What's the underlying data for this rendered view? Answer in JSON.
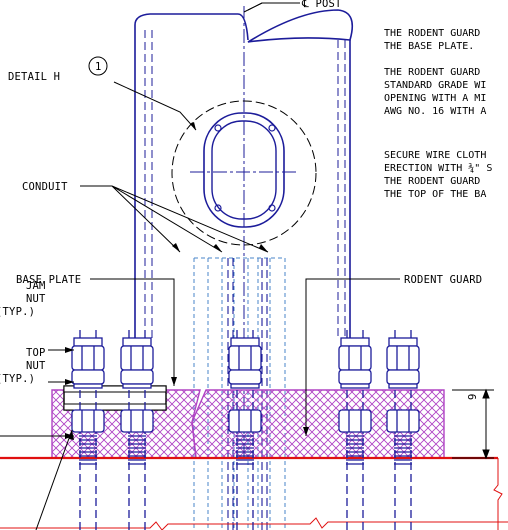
{
  "labels": {
    "centerline_post": "℄ POST",
    "detail": "DETAIL H",
    "detail_marker": "1",
    "conduit": "CONDUIT",
    "base_plate": "BASE PLATE",
    "rodent_guard": "RODENT GUARD",
    "jam_nut": [
      "JAM",
      "NUT",
      "(TYP.)"
    ],
    "top_nut": [
      "TOP",
      "NUT",
      "(TYP.)"
    ],
    "dimension": "9"
  },
  "notes": [
    [
      "THE RODENT GUARD",
      "THE BASE PLATE."
    ],
    [
      "THE RODENT GUARD",
      "STANDARD GRADE WI",
      "OPENING WITH A MI",
      "AWG NO. 16 WITH A"
    ],
    [
      "SECURE WIRE CLOTH",
      "ERECTION WITH ¾\" S",
      "THE RODENT GUARD",
      "THE TOP OF THE BA"
    ]
  ],
  "colors": {
    "ink": "#000000",
    "post": "#1c1c9a",
    "conduit": "#4a86c8",
    "guard": "#b044c4",
    "ground": "#e01010"
  }
}
